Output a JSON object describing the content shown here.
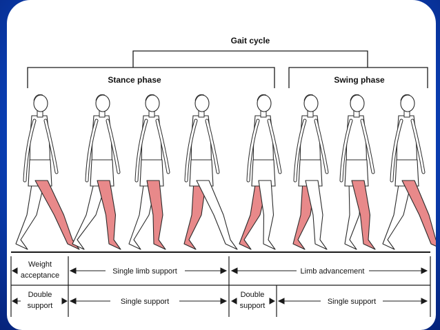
{
  "diagram": {
    "header": {
      "cycle": "Gait cycle",
      "stance": "Stance phase",
      "swing": "Swing phase"
    },
    "row1": {
      "weight_line1": "Weight",
      "weight_line2": "acceptance",
      "single_limb": "Single limb support",
      "limb_adv": "Limb advancement"
    },
    "row2": {
      "double1_line1": "Double",
      "double1_line2": "support",
      "single1": "Single support",
      "double2_line1": "Double",
      "double2_line2": "support",
      "single2": "Single support"
    },
    "figures": 8,
    "colors": {
      "highlight_leg": "#e8898a",
      "outline": "#2a2a2a",
      "frame": "#0b49c9"
    }
  }
}
